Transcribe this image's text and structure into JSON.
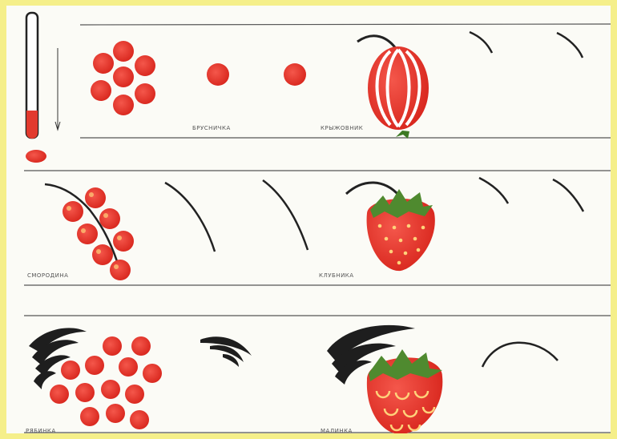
{
  "colors": {
    "border": "#f5ef8a",
    "paper": "#fbfbf6",
    "berry_red": "#e8342a",
    "berry_highlight": "#ffd27a",
    "leaf_green": "#4f8a2f",
    "stroke_dark": "#1e1e1e",
    "rule_line": "#555555"
  },
  "labels": {
    "row1_berry_a": "брусничка",
    "row1_berry_b": "крыжовник",
    "row2_berry_a": "смородина",
    "row2_berry_b": "клубника",
    "row3_berry_a": "рябинка",
    "row3_berry_b": "малинка"
  },
  "icons": [
    "brush-icon",
    "berry-cluster-icon",
    "gooseberry-icon",
    "currant-branch-icon",
    "strawberry-icon",
    "rowan-icon",
    "raspberry-icon",
    "grass-curl-icon"
  ]
}
